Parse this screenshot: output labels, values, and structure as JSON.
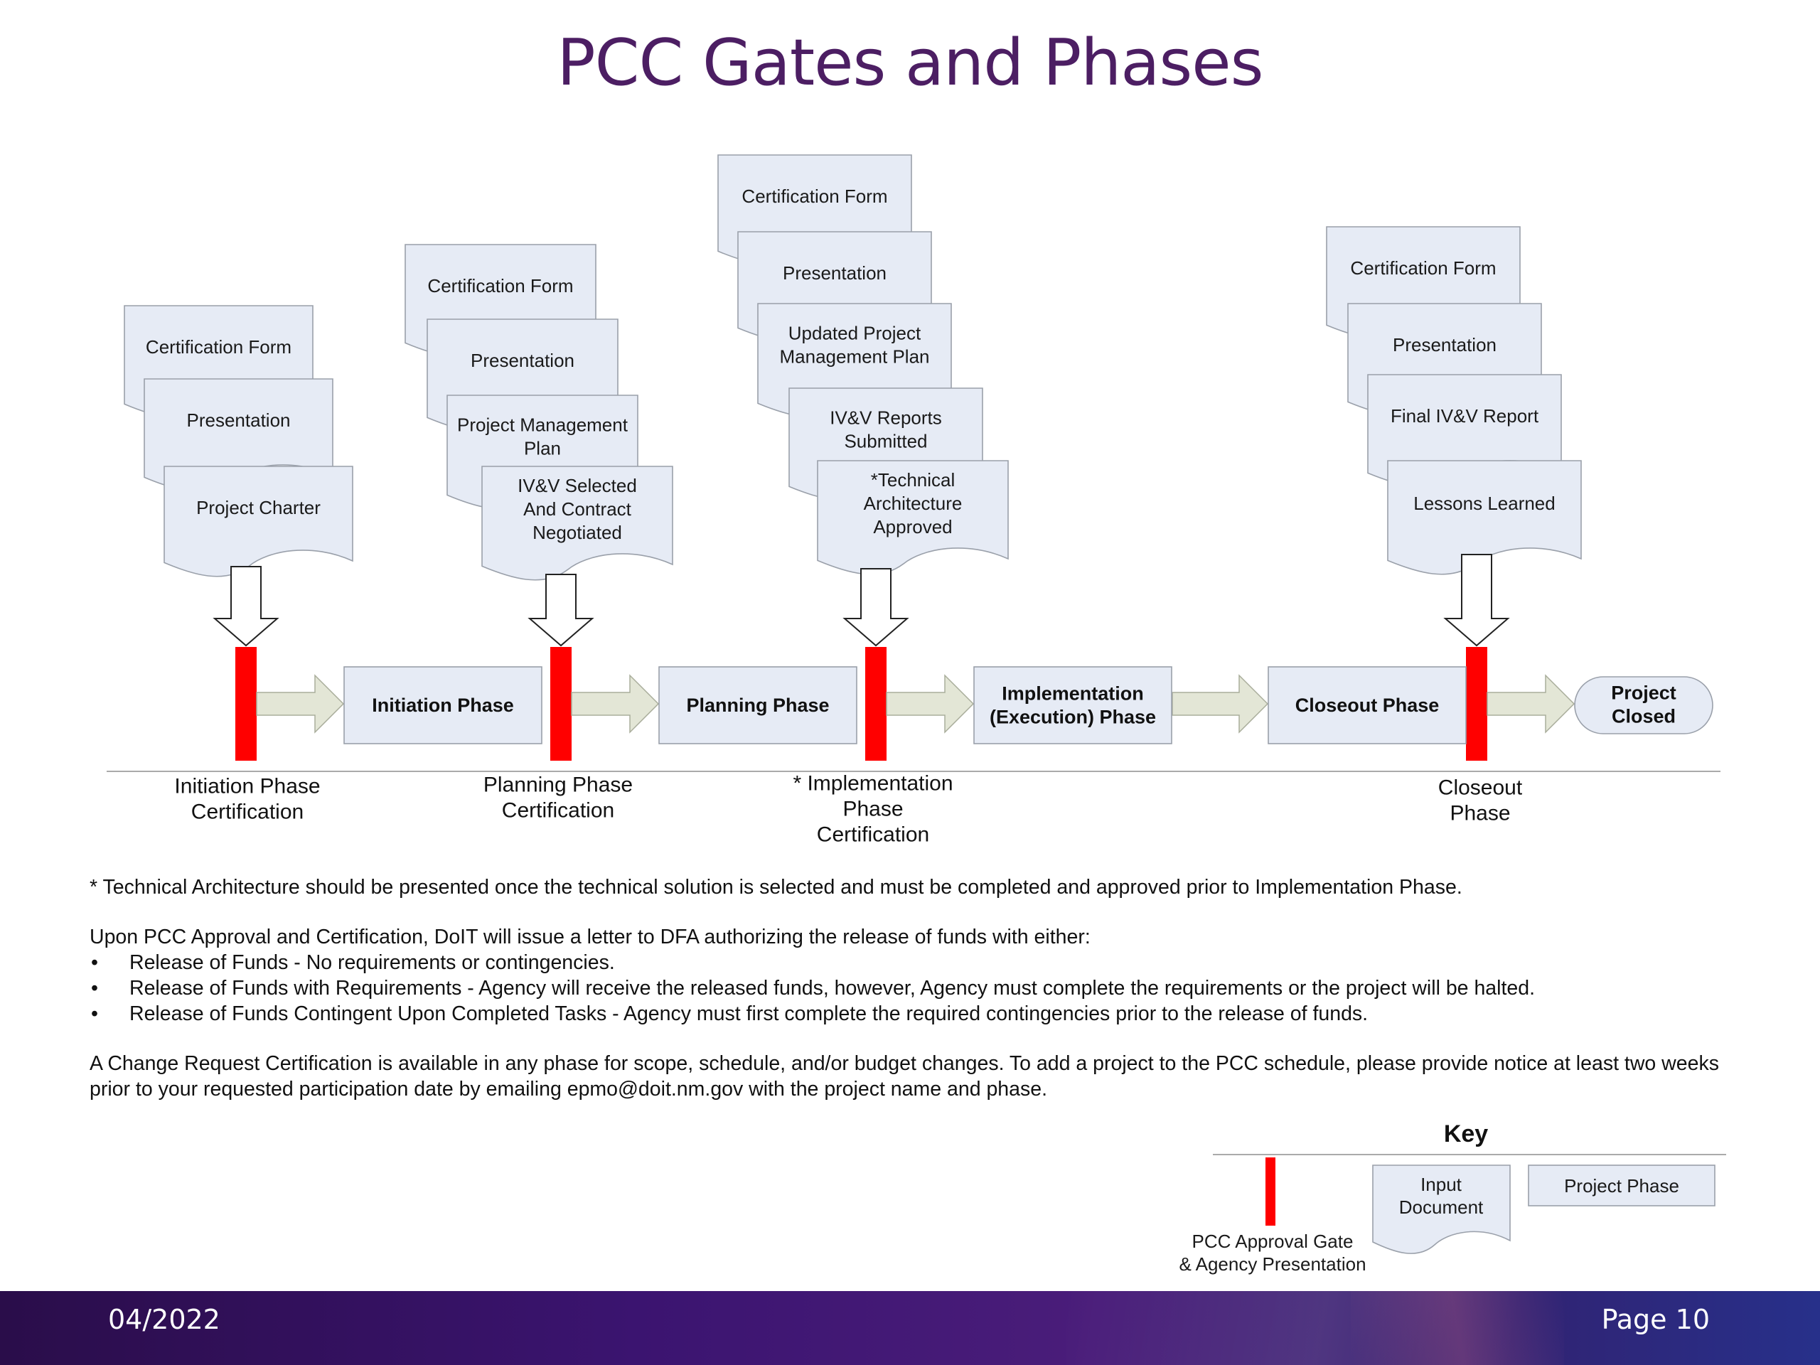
{
  "title": "PCC Gates and Phases",
  "colors": {
    "title": "#4c1e63",
    "gate": "#ff0000",
    "box_fill": "#e6ebf5",
    "arrow_fill": "#e3e6d6"
  },
  "stacks": [
    {
      "docs": [
        [
          "Certification Form"
        ],
        [
          "Presentation"
        ],
        [
          "Project Charter"
        ]
      ]
    },
    {
      "docs": [
        [
          "Certification Form"
        ],
        [
          "Presentation"
        ],
        [
          "Project Management",
          "Plan"
        ],
        [
          "IV&V Selected",
          "And Contract",
          "Negotiated"
        ]
      ]
    },
    {
      "docs": [
        [
          "Certification Form"
        ],
        [
          "Presentation"
        ],
        [
          "Updated Project",
          "Management Plan"
        ],
        [
          "IV&V Reports",
          "Submitted"
        ],
        [
          "*Technical",
          "Architecture",
          "Approved"
        ]
      ]
    },
    {
      "docs": [
        [
          "Certification Form"
        ],
        [
          "Presentation"
        ],
        [
          "Final IV&V Report"
        ],
        [
          "Lessons Learned"
        ]
      ]
    }
  ],
  "phases": [
    [
      "Initiation Phase"
    ],
    [
      "Planning Phase"
    ],
    [
      "Implementation",
      "(Execution) Phase"
    ],
    [
      "Closeout Phase"
    ]
  ],
  "end_node": [
    "Project",
    "Closed"
  ],
  "gate_labels": [
    [
      "Initiation Phase",
      "Certification"
    ],
    [
      "Planning Phase",
      "Certification"
    ],
    [
      "* Implementation",
      "Phase",
      "Certification"
    ],
    [
      "Closeout",
      "Phase"
    ]
  ],
  "notes": {
    "tech_note": "* Technical Architecture should be presented once the technical solution is selected and must be completed and approved prior  to Implementation Phase.",
    "intro": "Upon PCC Approval and Certification, DoIT will issue a letter to DFA authorizing the release of funds with either:",
    "bullets": [
      "Release of Funds - No requirements or contingencies.",
      "Release of Funds with Requirements - Agency will receive the released funds, however, Agency must complete the requirements or the project will be halted.",
      "Release of Funds Contingent Upon Completed Tasks - Agency must first complete the required contingencies prior to the release of funds."
    ],
    "change_request": "A Change Request Certification is available in any phase for scope, schedule, and/or budget changes. To add a project to the  PCC schedule, please provide notice at least two weeks prior to your requested participation date by emailing epmo@doit.nm.gov with the project name and phase."
  },
  "key": {
    "title": "Key",
    "gate_label": [
      "PCC Approval Gate",
      "& Agency Presentation"
    ],
    "doc_label": [
      "Input",
      "Document"
    ],
    "phase_label": [
      "Project Phase"
    ]
  },
  "footer": {
    "date": "04/2022",
    "page": "Page 10"
  }
}
